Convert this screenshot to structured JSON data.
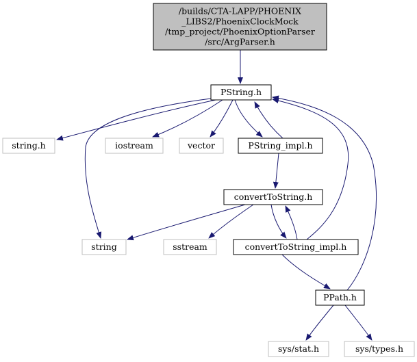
{
  "colors": {
    "edge": "#191970",
    "node_border": "#000000",
    "external_border": "#bfbfbf",
    "root_fill": "#bfbfbf",
    "node_fill": "#ffffff",
    "text": "#000000"
  },
  "nodes": {
    "root": {
      "lines": [
        "/builds/CTA-LAPP/PHOENIX",
        "_LIBS2/PhoenixClockMock",
        "/tmp_project/PhoenixOptionParser",
        "/src/ArgParser.h"
      ],
      "kind": "root"
    },
    "pstring": {
      "lines": [
        "PString.h"
      ],
      "kind": "file"
    },
    "stringh": {
      "lines": [
        "string.h"
      ],
      "kind": "external"
    },
    "iostream": {
      "lines": [
        "iostream"
      ],
      "kind": "external"
    },
    "vector": {
      "lines": [
        "vector"
      ],
      "kind": "external"
    },
    "pstringimpl": {
      "lines": [
        "PString_impl.h"
      ],
      "kind": "file"
    },
    "convert": {
      "lines": [
        "convertToString.h"
      ],
      "kind": "file"
    },
    "string": {
      "lines": [
        "string"
      ],
      "kind": "external"
    },
    "sstream": {
      "lines": [
        "sstream"
      ],
      "kind": "external"
    },
    "convertimpl": {
      "lines": [
        "convertToString_impl.h"
      ],
      "kind": "file"
    },
    "ppath": {
      "lines": [
        "PPath.h"
      ],
      "kind": "file"
    },
    "sysstat": {
      "lines": [
        "sys/stat.h"
      ],
      "kind": "external"
    },
    "systypes": {
      "lines": [
        "sys/types.h"
      ],
      "kind": "external"
    }
  },
  "edges": [
    {
      "from": "root",
      "to": "pstring"
    },
    {
      "from": "pstring",
      "to": "stringh"
    },
    {
      "from": "pstring",
      "to": "iostream"
    },
    {
      "from": "pstring",
      "to": "vector"
    },
    {
      "from": "pstring",
      "to": "pstringimpl"
    },
    {
      "from": "pstring",
      "to": "string"
    },
    {
      "from": "pstringimpl",
      "to": "pstring"
    },
    {
      "from": "pstringimpl",
      "to": "convert"
    },
    {
      "from": "convert",
      "to": "string"
    },
    {
      "from": "convert",
      "to": "sstream"
    },
    {
      "from": "convert",
      "to": "convertimpl"
    },
    {
      "from": "convertimpl",
      "to": "convert"
    },
    {
      "from": "convertimpl",
      "to": "pstring"
    },
    {
      "from": "convertimpl",
      "to": "ppath"
    },
    {
      "from": "ppath",
      "to": "pstring"
    },
    {
      "from": "ppath",
      "to": "sysstat"
    },
    {
      "from": "ppath",
      "to": "systypes"
    }
  ]
}
